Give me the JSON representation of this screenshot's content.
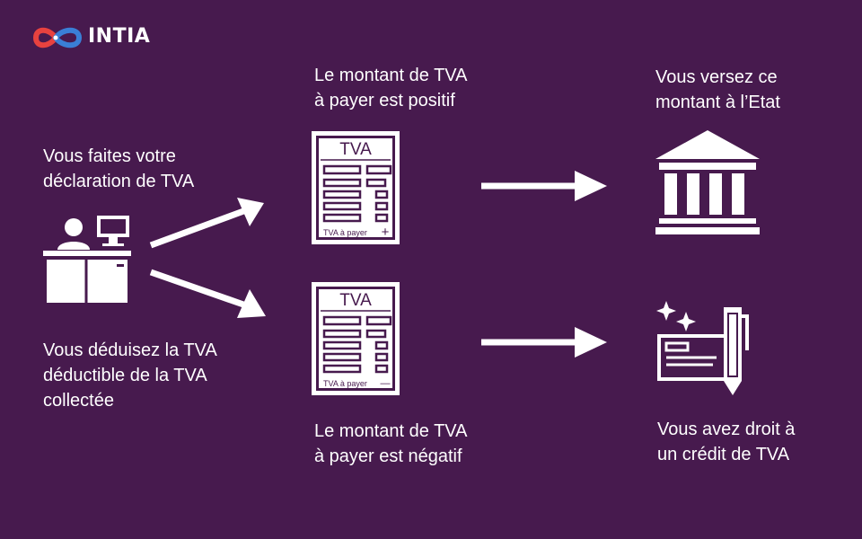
{
  "brand": {
    "name": "INTIA",
    "colors": {
      "background": "#471a4e",
      "logo_red": "#e8423f",
      "logo_blue": "#3a7fd6",
      "foreground": "#ffffff"
    }
  },
  "nodes": {
    "start": {
      "lines": [
        "Vous faites votre",
        "déclaration de TVA"
      ],
      "icon": "office-desk-icon"
    },
    "deduct": {
      "lines": [
        "Vous déduisez la TVA",
        "déductible de la TVA",
        "collectée"
      ]
    },
    "positive": {
      "lines": [
        "Le montant de TVA",
        "à payer est positif"
      ],
      "form": {
        "title": "TVA",
        "footer": "TVA à payer",
        "sign": "+"
      }
    },
    "negative": {
      "lines": [
        "Le montant de TVA",
        "à payer est négatif"
      ],
      "form": {
        "title": "TVA",
        "footer": "TVA à payer",
        "sign": "—"
      }
    },
    "pay": {
      "lines": [
        "Vous versez ce",
        "montant à l’Etat"
      ],
      "icon": "government-building-icon"
    },
    "credit": {
      "lines": [
        "Vous avez droit à",
        "un crédit de TVA"
      ],
      "icon": "cheque-pen-icon"
    }
  }
}
